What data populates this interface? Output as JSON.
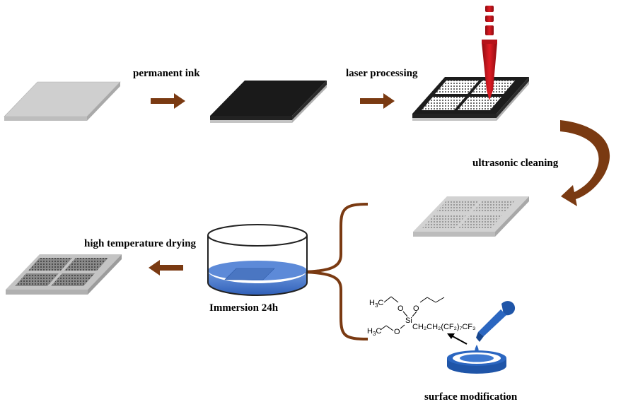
{
  "steps": {
    "ink": "permanent ink",
    "laser": "laser processing",
    "clean": "ultrasonic cleaning",
    "drying": "high temperature drying",
    "immersion": "Immersion 24h",
    "modification": "surface modification"
  },
  "molecule": {
    "left_top": {
      "base": "H",
      "sub": "3",
      "tail": "C"
    },
    "left_bottom": {
      "base": "H",
      "sub": "3",
      "tail": "C"
    },
    "o_top_left": "O",
    "o_top_right": "O",
    "o_bottom": "O",
    "silicon": "Si",
    "chain": "CH₂CH₂(CF₂)₇CF₃"
  },
  "colors": {
    "arrow": "#7a3a12",
    "laser": "#c0141c",
    "solution": "#3f72c8",
    "dropper": "#1f55a8",
    "plate_gray": "#c8c8c8",
    "plate_black": "#1a1a1a"
  }
}
